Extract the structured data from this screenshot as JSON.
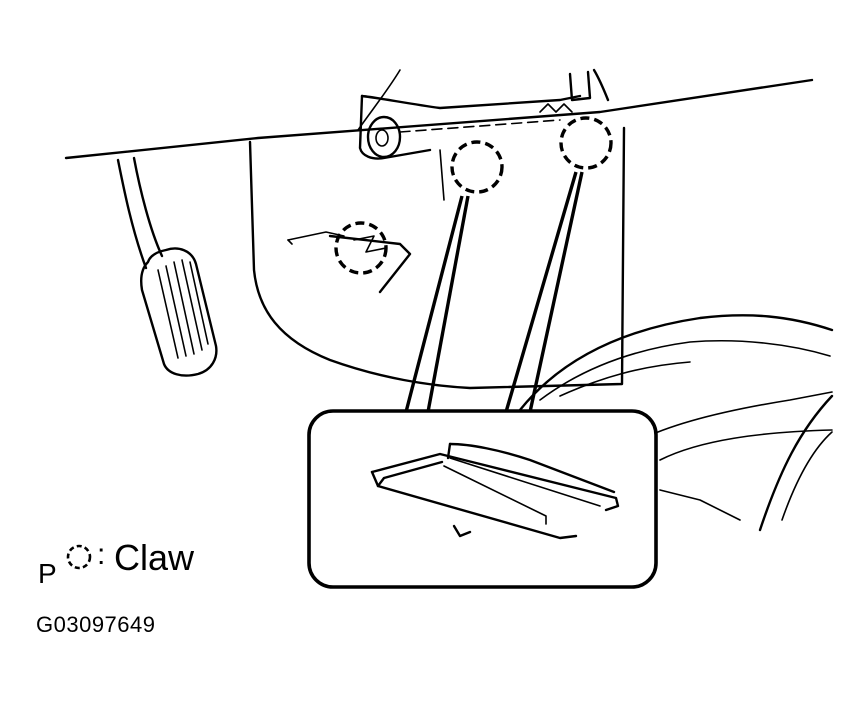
{
  "legend": {
    "letter": "P",
    "symbol": "dashed-circle-icon",
    "colon": ":",
    "label": "Claw"
  },
  "figure_code": "G03097649"
}
